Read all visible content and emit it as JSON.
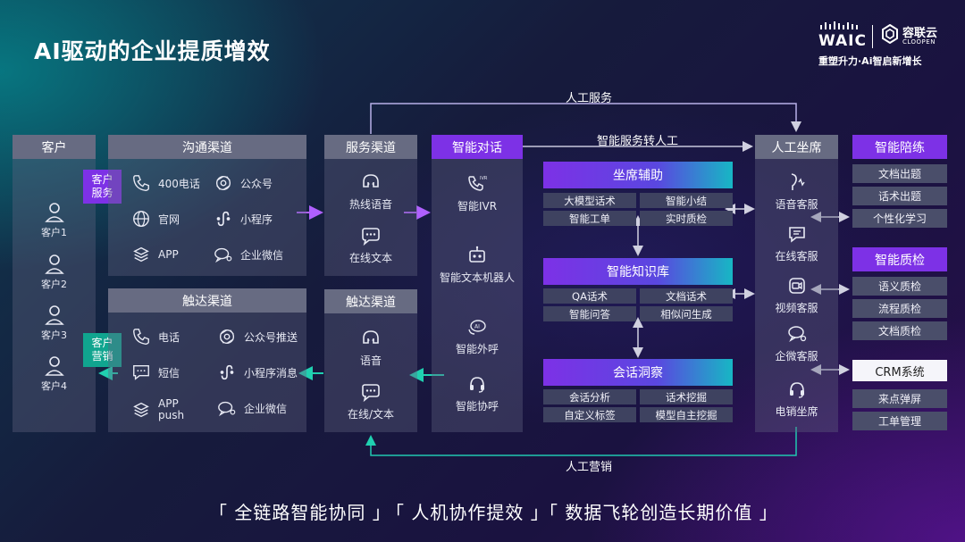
{
  "title": "AI驱动的企业提质增效",
  "brand": {
    "waic": "WAIC",
    "company": "容联云",
    "company_en": "CLOOPEN",
    "tagline": "重塑升力·Ai智启新增长"
  },
  "customer": {
    "header": "客户",
    "items": [
      "客户1",
      "客户2",
      "客户3",
      "客户4"
    ]
  },
  "tags": {
    "service": "客户服务",
    "marketing": "客户营销"
  },
  "comm": {
    "header": "沟通渠道",
    "items": [
      "400电话",
      "公众号",
      "官网",
      "小程序",
      "APP",
      "企业微信"
    ]
  },
  "reach": {
    "header": "触达渠道",
    "items": [
      "电话",
      "公众号推送",
      "短信",
      "小程序消息",
      "APP\npush",
      "企业微信"
    ]
  },
  "service_channel": {
    "header": "服务渠道",
    "items": [
      "热线语音",
      "在线文本"
    ]
  },
  "reach_channel": {
    "header": "触达渠道",
    "items": [
      "语音",
      "在线/文本"
    ]
  },
  "dialog": {
    "header": "智能对话",
    "items": [
      "智能IVR",
      "智能文本机器人",
      "智能外呼",
      "智能协呼"
    ],
    "ivr_badge": "IVR",
    "ai_badge": "AI"
  },
  "assist": {
    "title": "坐席辅助",
    "cells": [
      "大模型话术",
      "智能小结",
      "智能工单",
      "实时质检"
    ]
  },
  "knowledge": {
    "title": "智能知识库",
    "cells": [
      "QA话术",
      "文档话术",
      "智能问答",
      "相似问生成"
    ]
  },
  "insight": {
    "title": "会话洞察",
    "cells": [
      "会话分析",
      "话术挖掘",
      "自定义标签",
      "模型自主挖掘"
    ]
  },
  "agent": {
    "header": "人工坐席",
    "items": [
      "语音客服",
      "在线客服",
      "视频客服",
      "企微客服",
      "电销坐席"
    ]
  },
  "training": {
    "header": "智能陪练",
    "items": [
      "文档出题",
      "话术出题",
      "个性化学习"
    ]
  },
  "qc": {
    "header": "智能质检",
    "items": [
      "语义质检",
      "流程质检",
      "文档质检"
    ]
  },
  "crm": {
    "title": "CRM系统",
    "items": [
      "来点弹屏",
      "工单管理"
    ]
  },
  "flows": {
    "manual_service": "人工服务",
    "transfer": "智能服务转人工",
    "manual_marketing": "人工营销"
  },
  "slogans": [
    "「 全链路智能协同 」",
    "「 人机协作提效 」",
    "「 数据飞轮创造长期价值 」"
  ],
  "colors": {
    "accent_purple": "#7d31e6",
    "accent_teal": "#10a58f",
    "header_gray": "#676b82"
  }
}
